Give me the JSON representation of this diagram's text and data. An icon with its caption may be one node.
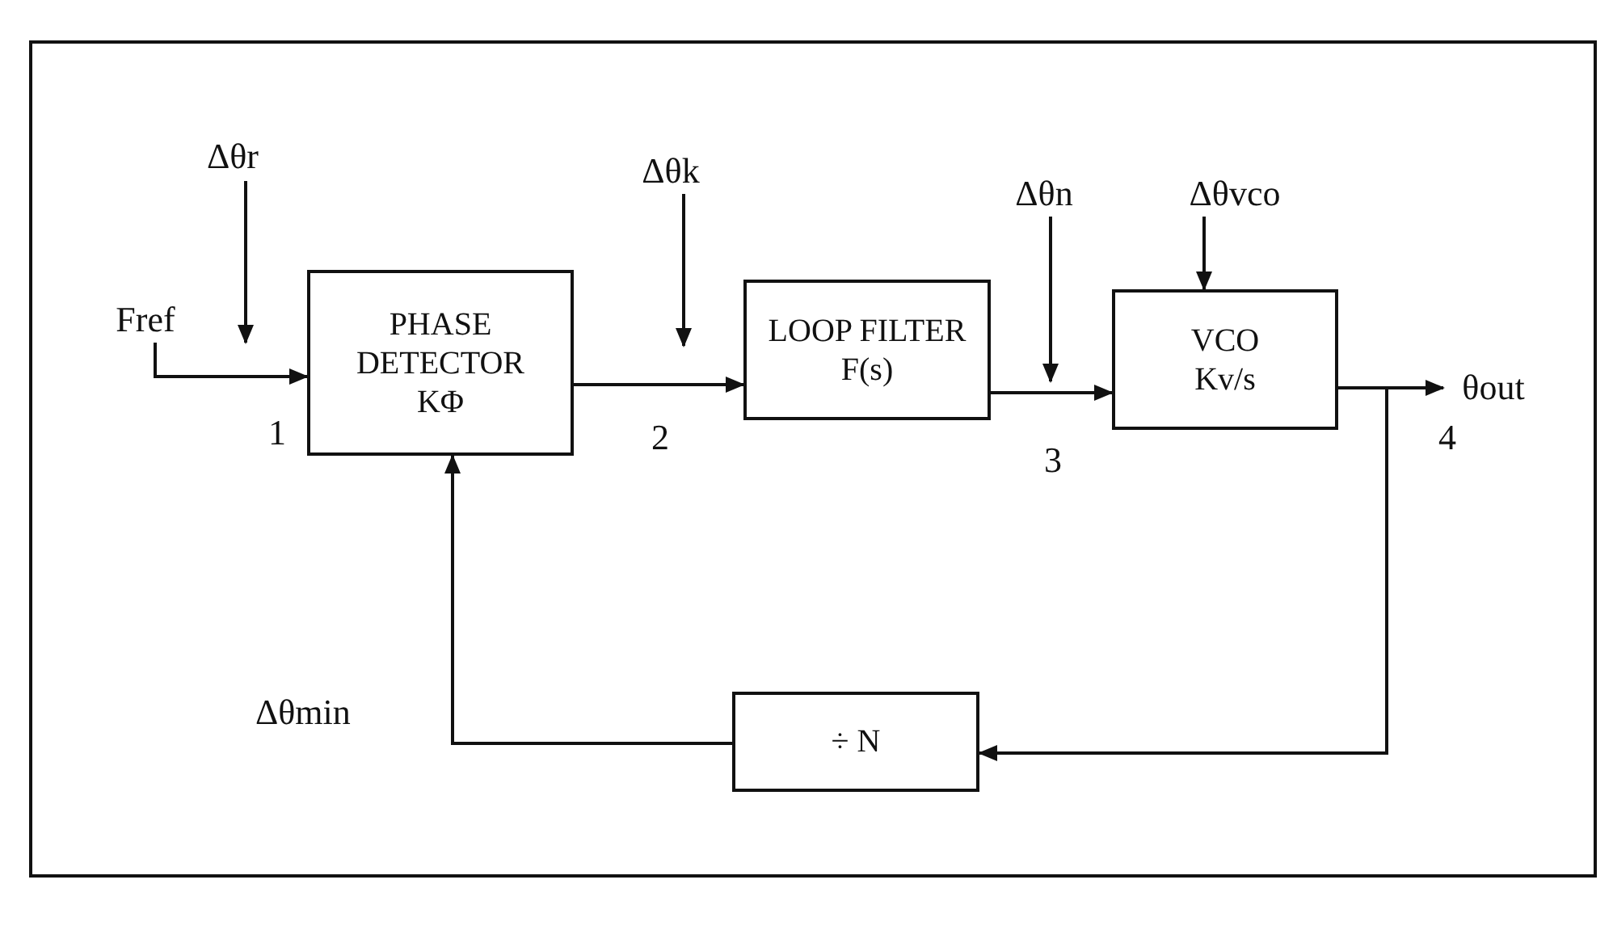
{
  "diagram": {
    "nodes": [
      {
        "text": [
          "PHASE DETECTOR",
          "KΦ"
        ]
      },
      {
        "text": [
          "LOOP FILTER",
          "F(s)"
        ]
      },
      {
        "text": [
          "VCO",
          "Kv/s"
        ]
      },
      {
        "text": [
          "÷ N"
        ]
      },
      {
        "text": [
          "Fref"
        ]
      },
      {
        "text": [
          "θout"
        ]
      },
      {
        "text": [
          "Δθr"
        ]
      },
      {
        "text": [
          "Δθk"
        ]
      },
      {
        "text": [
          "Δθn"
        ]
      },
      {
        "text": [
          "Δθvco"
        ]
      }
    ],
    "edges": [
      {
        "from": 4,
        "to": 0,
        "arrow": "to"
      },
      {
        "from": 0,
        "to": 1,
        "arrow": "to"
      },
      {
        "from": 1,
        "to": 2,
        "arrow": "to"
      },
      {
        "from": 2,
        "to": 5,
        "arrow": "to"
      },
      {
        "from": 2,
        "to": 3,
        "arrow": "to"
      },
      {
        "from": 3,
        "to": 0,
        "arrow": "to"
      },
      {
        "from": 6,
        "to": null,
        "arrow": "to"
      },
      {
        "from": 7,
        "to": null,
        "arrow": "to"
      },
      {
        "from": 8,
        "to": null,
        "arrow": "to"
      },
      {
        "from": 9,
        "to": 2,
        "arrow": "to"
      }
    ],
    "labels": [
      "1",
      "2",
      "3",
      "4",
      "Δθmin"
    ]
  }
}
